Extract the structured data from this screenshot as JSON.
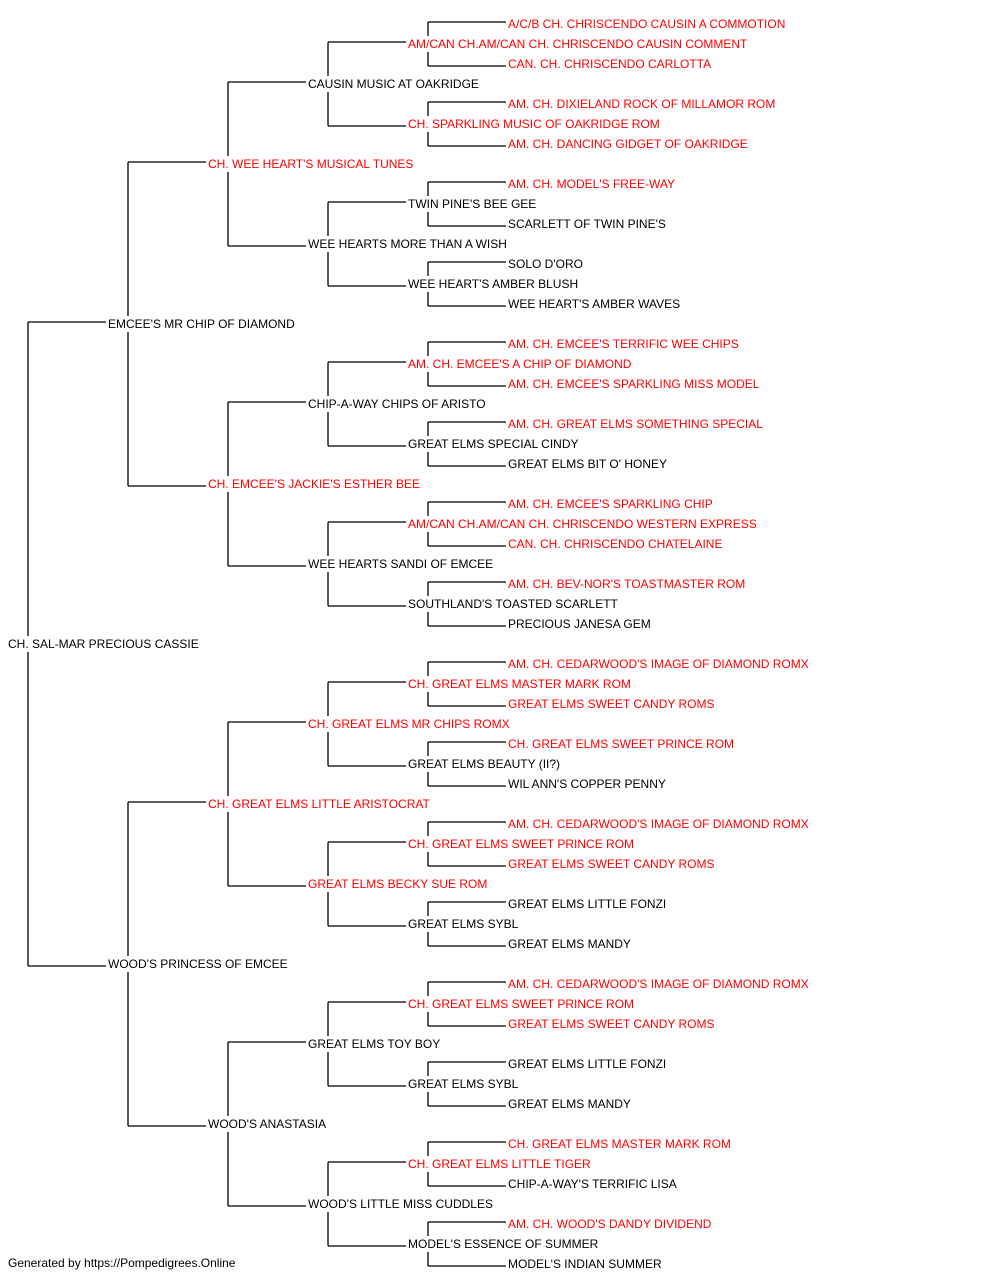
{
  "colors": {
    "titled": "#ff0000",
    "untitled": "#000000",
    "lines": "#000000"
  },
  "pedigree": [
    {
      "gen": 0,
      "row": 31,
      "name": "CH. SAL-MAR PRECIOUS CASSIE",
      "titled": false
    },
    {
      "gen": 1,
      "row": 15,
      "name": "EMCEE'S MR CHIP OF DIAMOND",
      "titled": false
    },
    {
      "gen": 1,
      "row": 47,
      "name": "WOOD'S PRINCESS OF EMCEE",
      "titled": false
    },
    {
      "gen": 2,
      "row": 7,
      "name": "CH. WEE HEART'S MUSICAL TUNES",
      "titled": true
    },
    {
      "gen": 2,
      "row": 23,
      "name": "CH. EMCEE'S JACKIE'S ESTHER BEE",
      "titled": true
    },
    {
      "gen": 2,
      "row": 39,
      "name": "CH. GREAT ELMS LITTLE ARISTOCRAT",
      "titled": true
    },
    {
      "gen": 2,
      "row": 55,
      "name": "WOOD'S ANASTASIA",
      "titled": false
    },
    {
      "gen": 3,
      "row": 3,
      "name": "CAUSIN MUSIC AT OAKRIDGE",
      "titled": false
    },
    {
      "gen": 3,
      "row": 11,
      "name": "WEE HEARTS MORE THAN A WISH",
      "titled": false
    },
    {
      "gen": 3,
      "row": 19,
      "name": "CHIP-A-WAY CHIPS OF ARISTO",
      "titled": false
    },
    {
      "gen": 3,
      "row": 27,
      "name": "WEE HEARTS SANDI OF EMCEE",
      "titled": false
    },
    {
      "gen": 3,
      "row": 35,
      "name": "CH. GREAT ELMS MR CHIPS ROMX",
      "titled": true
    },
    {
      "gen": 3,
      "row": 43,
      "name": "GREAT ELMS BECKY SUE ROM",
      "titled": true
    },
    {
      "gen": 3,
      "row": 51,
      "name": "GREAT ELMS TOY BOY",
      "titled": false
    },
    {
      "gen": 3,
      "row": 59,
      "name": "WOOD'S LITTLE MISS CUDDLES",
      "titled": false
    },
    {
      "gen": 4,
      "row": 1,
      "name": "AM/CAN CH.AM/CAN CH. CHRISCENDO CAUSIN COMMENT",
      "titled": true
    },
    {
      "gen": 4,
      "row": 5,
      "name": "CH. SPARKLING MUSIC OF OAKRIDGE ROM",
      "titled": true
    },
    {
      "gen": 4,
      "row": 9,
      "name": "TWIN PINE'S BEE GEE",
      "titled": false
    },
    {
      "gen": 4,
      "row": 13,
      "name": "WEE HEART'S AMBER BLUSH",
      "titled": false
    },
    {
      "gen": 4,
      "row": 17,
      "name": "AM. CH. EMCEE'S A CHIP OF DIAMOND",
      "titled": true
    },
    {
      "gen": 4,
      "row": 21,
      "name": "GREAT ELMS SPECIAL CINDY",
      "titled": false
    },
    {
      "gen": 4,
      "row": 25,
      "name": "AM/CAN CH.AM/CAN CH. CHRISCENDO WESTERN EXPRESS",
      "titled": true
    },
    {
      "gen": 4,
      "row": 29,
      "name": "SOUTHLAND'S TOASTED SCARLETT",
      "titled": false
    },
    {
      "gen": 4,
      "row": 33,
      "name": "CH. GREAT ELMS MASTER MARK ROM",
      "titled": true
    },
    {
      "gen": 4,
      "row": 37,
      "name": "GREAT ELMS BEAUTY (II?)",
      "titled": false
    },
    {
      "gen": 4,
      "row": 41,
      "name": "CH. GREAT ELMS SWEET PRINCE ROM",
      "titled": true
    },
    {
      "gen": 4,
      "row": 45,
      "name": "GREAT ELMS SYBL",
      "titled": false
    },
    {
      "gen": 4,
      "row": 49,
      "name": "CH. GREAT ELMS SWEET PRINCE ROM",
      "titled": true
    },
    {
      "gen": 4,
      "row": 53,
      "name": "GREAT ELMS SYBL",
      "titled": false
    },
    {
      "gen": 4,
      "row": 57,
      "name": "CH. GREAT ELMS LITTLE TIGER",
      "titled": true
    },
    {
      "gen": 4,
      "row": 61,
      "name": "MODEL'S ESSENCE OF SUMMER",
      "titled": false
    },
    {
      "gen": 5,
      "row": 0,
      "name": "A/C/B CH. CHRISCENDO CAUSIN A COMMOTION",
      "titled": true
    },
    {
      "gen": 5,
      "row": 2,
      "name": "CAN. CH. CHRISCENDO CARLOTTA",
      "titled": true
    },
    {
      "gen": 5,
      "row": 4,
      "name": "AM. CH. DIXIELAND ROCK OF MILLAMOR ROM",
      "titled": true
    },
    {
      "gen": 5,
      "row": 6,
      "name": "AM. CH. DANCING GIDGET OF OAKRIDGE",
      "titled": true
    },
    {
      "gen": 5,
      "row": 8,
      "name": "AM. CH. MODEL'S FREE-WAY",
      "titled": true
    },
    {
      "gen": 5,
      "row": 10,
      "name": "SCARLETT OF TWIN PINE'S",
      "titled": false
    },
    {
      "gen": 5,
      "row": 12,
      "name": "SOLO D'ORO",
      "titled": false
    },
    {
      "gen": 5,
      "row": 14,
      "name": "WEE HEART'S AMBER WAVES",
      "titled": false
    },
    {
      "gen": 5,
      "row": 16,
      "name": "AM. CH. EMCEE'S TERRIFIC WEE CHIPS",
      "titled": true
    },
    {
      "gen": 5,
      "row": 18,
      "name": "AM. CH. EMCEE'S SPARKLING MISS MODEL",
      "titled": true
    },
    {
      "gen": 5,
      "row": 20,
      "name": "AM. CH. GREAT ELMS SOMETHING SPECIAL",
      "titled": true
    },
    {
      "gen": 5,
      "row": 22,
      "name": "GREAT ELMS BIT O' HONEY",
      "titled": false
    },
    {
      "gen": 5,
      "row": 24,
      "name": "AM. CH. EMCEE'S SPARKLING CHIP",
      "titled": true
    },
    {
      "gen": 5,
      "row": 26,
      "name": "CAN. CH. CHRISCENDO CHATELAINE",
      "titled": true
    },
    {
      "gen": 5,
      "row": 28,
      "name": "AM. CH. BEV-NOR'S TOASTMASTER ROM",
      "titled": true
    },
    {
      "gen": 5,
      "row": 30,
      "name": "PRECIOUS JANESA GEM",
      "titled": false
    },
    {
      "gen": 5,
      "row": 32,
      "name": "AM. CH. CEDARWOOD'S IMAGE OF DIAMOND ROMX",
      "titled": true
    },
    {
      "gen": 5,
      "row": 34,
      "name": "GREAT ELMS SWEET CANDY ROMS",
      "titled": true
    },
    {
      "gen": 5,
      "row": 36,
      "name": "CH. GREAT ELMS SWEET PRINCE ROM",
      "titled": true
    },
    {
      "gen": 5,
      "row": 38,
      "name": "WIL ANN'S COPPER PENNY",
      "titled": false
    },
    {
      "gen": 5,
      "row": 40,
      "name": "AM. CH. CEDARWOOD'S IMAGE OF DIAMOND ROMX",
      "titled": true
    },
    {
      "gen": 5,
      "row": 42,
      "name": "GREAT ELMS SWEET CANDY ROMS",
      "titled": true
    },
    {
      "gen": 5,
      "row": 44,
      "name": "GREAT ELMS LITTLE FONZI",
      "titled": false
    },
    {
      "gen": 5,
      "row": 46,
      "name": "GREAT ELMS MANDY",
      "titled": false
    },
    {
      "gen": 5,
      "row": 48,
      "name": "AM. CH. CEDARWOOD'S IMAGE OF DIAMOND ROMX",
      "titled": true
    },
    {
      "gen": 5,
      "row": 50,
      "name": "GREAT ELMS SWEET CANDY ROMS",
      "titled": true
    },
    {
      "gen": 5,
      "row": 52,
      "name": "GREAT ELMS LITTLE FONZI",
      "titled": false
    },
    {
      "gen": 5,
      "row": 54,
      "name": "GREAT ELMS MANDY",
      "titled": false
    },
    {
      "gen": 5,
      "row": 56,
      "name": "CH. GREAT ELMS MASTER MARK ROM",
      "titled": true
    },
    {
      "gen": 5,
      "row": 58,
      "name": "CHIP-A-WAY'S TERRIFIC LISA",
      "titled": false
    },
    {
      "gen": 5,
      "row": 60,
      "name": "AM. CH. WOOD'S DANDY DIVIDEND",
      "titled": true
    },
    {
      "gen": 5,
      "row": 62,
      "name": "MODEL'S INDIAN SUMMER",
      "titled": false
    }
  ],
  "footer": "Generated by https://Pompedigrees.Online"
}
